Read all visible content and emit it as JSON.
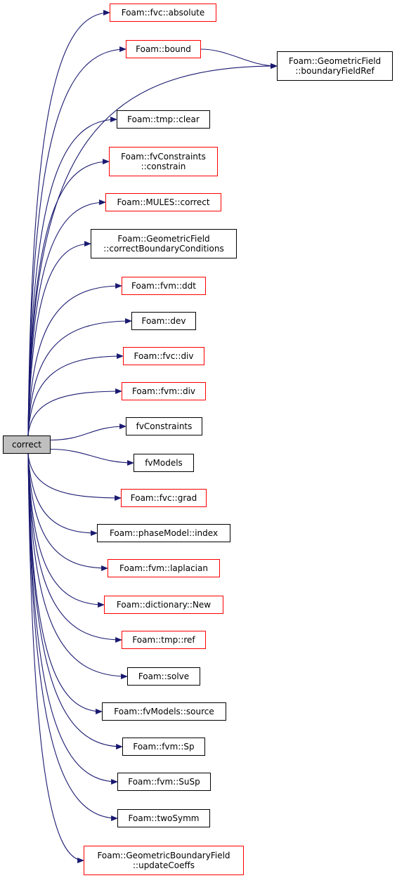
{
  "graph": {
    "edge_color": "#191970",
    "root": {
      "id": "correct",
      "label": "correct"
    },
    "nodes": [
      {
        "id": "absolute",
        "lines": [
          "Foam::fvc::absolute"
        ],
        "border": "red"
      },
      {
        "id": "bound",
        "lines": [
          "Foam::bound"
        ],
        "border": "red"
      },
      {
        "id": "boundaryFieldRef",
        "lines": [
          "Foam::GeometricField",
          "::boundaryFieldRef"
        ],
        "border": "black"
      },
      {
        "id": "clear",
        "lines": [
          "Foam::tmp::clear"
        ],
        "border": "black"
      },
      {
        "id": "constrain",
        "lines": [
          "Foam::fvConstraints",
          "::constrain"
        ],
        "border": "red"
      },
      {
        "id": "mules-correct",
        "lines": [
          "Foam::MULES::correct"
        ],
        "border": "red"
      },
      {
        "id": "correctBoundaryConditions",
        "lines": [
          "Foam::GeometricField",
          "::correctBoundaryConditions"
        ],
        "border": "black"
      },
      {
        "id": "ddt",
        "lines": [
          "Foam::fvm::ddt"
        ],
        "border": "red"
      },
      {
        "id": "dev",
        "lines": [
          "Foam::dev"
        ],
        "border": "black"
      },
      {
        "id": "fvc-div",
        "lines": [
          "Foam::fvc::div"
        ],
        "border": "red"
      },
      {
        "id": "fvm-div",
        "lines": [
          "Foam::fvm::div"
        ],
        "border": "red"
      },
      {
        "id": "fvConstraints",
        "lines": [
          "fvConstraints"
        ],
        "border": "black"
      },
      {
        "id": "fvModels",
        "lines": [
          "fvModels"
        ],
        "border": "black"
      },
      {
        "id": "grad",
        "lines": [
          "Foam::fvc::grad"
        ],
        "border": "red"
      },
      {
        "id": "index",
        "lines": [
          "Foam::phaseModel::index"
        ],
        "border": "black"
      },
      {
        "id": "laplacian",
        "lines": [
          "Foam::fvm::laplacian"
        ],
        "border": "red"
      },
      {
        "id": "New",
        "lines": [
          "Foam::dictionary::New"
        ],
        "border": "red"
      },
      {
        "id": "ref",
        "lines": [
          "Foam::tmp::ref"
        ],
        "border": "red"
      },
      {
        "id": "solve",
        "lines": [
          "Foam::solve"
        ],
        "border": "black"
      },
      {
        "id": "source",
        "lines": [
          "Foam::fvModels::source"
        ],
        "border": "black"
      },
      {
        "id": "Sp",
        "lines": [
          "Foam::fvm::Sp"
        ],
        "border": "black"
      },
      {
        "id": "SuSp",
        "lines": [
          "Foam::fvm::SuSp"
        ],
        "border": "black"
      },
      {
        "id": "twoSymm",
        "lines": [
          "Foam::twoSymm"
        ],
        "border": "black"
      },
      {
        "id": "updateCoeffs",
        "lines": [
          "Foam::GeometricBoundaryField",
          "::updateCoeffs"
        ],
        "border": "red"
      }
    ],
    "edges": [
      [
        "correct",
        "absolute"
      ],
      [
        "correct",
        "bound"
      ],
      [
        "bound",
        "boundaryFieldRef"
      ],
      [
        "correct",
        "boundaryFieldRef"
      ],
      [
        "correct",
        "clear"
      ],
      [
        "correct",
        "constrain"
      ],
      [
        "correct",
        "mules-correct"
      ],
      [
        "correct",
        "correctBoundaryConditions"
      ],
      [
        "correct",
        "ddt"
      ],
      [
        "correct",
        "dev"
      ],
      [
        "correct",
        "fvc-div"
      ],
      [
        "correct",
        "fvm-div"
      ],
      [
        "correct",
        "fvConstraints"
      ],
      [
        "correct",
        "fvModels"
      ],
      [
        "correct",
        "grad"
      ],
      [
        "correct",
        "index"
      ],
      [
        "correct",
        "laplacian"
      ],
      [
        "correct",
        "New"
      ],
      [
        "correct",
        "ref"
      ],
      [
        "correct",
        "solve"
      ],
      [
        "correct",
        "source"
      ],
      [
        "correct",
        "Sp"
      ],
      [
        "correct",
        "SuSp"
      ],
      [
        "correct",
        "twoSymm"
      ],
      [
        "correct",
        "updateCoeffs"
      ]
    ]
  }
}
